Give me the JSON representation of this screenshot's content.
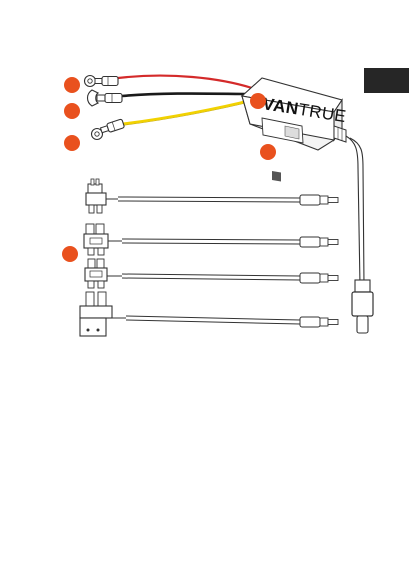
{
  "brand": {
    "bold_part": "VAN",
    "light_part": "TRUE"
  },
  "colors": {
    "callout": "#e9511e",
    "page_tab": "#262626",
    "wire_red": "#d42a2a",
    "wire_black": "#1a1a1a",
    "wire_yellow": "#f2d200",
    "outline": "#333333"
  },
  "callouts": [
    {
      "id": "callout-ring-terminal-red"
    },
    {
      "id": "callout-fork-terminal-black"
    },
    {
      "id": "callout-ring-terminal-yellow"
    },
    {
      "id": "callout-hardwire-box"
    },
    {
      "id": "callout-mode-switch"
    },
    {
      "id": "callout-fuse-taps"
    }
  ],
  "fuse_taps": [
    {
      "id": "fuse-tap-mini-low-profile"
    },
    {
      "id": "fuse-tap-mini"
    },
    {
      "id": "fuse-tap-micro"
    },
    {
      "id": "fuse-tap-standard-ato"
    }
  ],
  "icons": {
    "ring_terminal": "ring-terminal-icon",
    "fork_terminal": "fork-terminal-icon",
    "usb_c_plug": "usb-c-plug-icon"
  }
}
